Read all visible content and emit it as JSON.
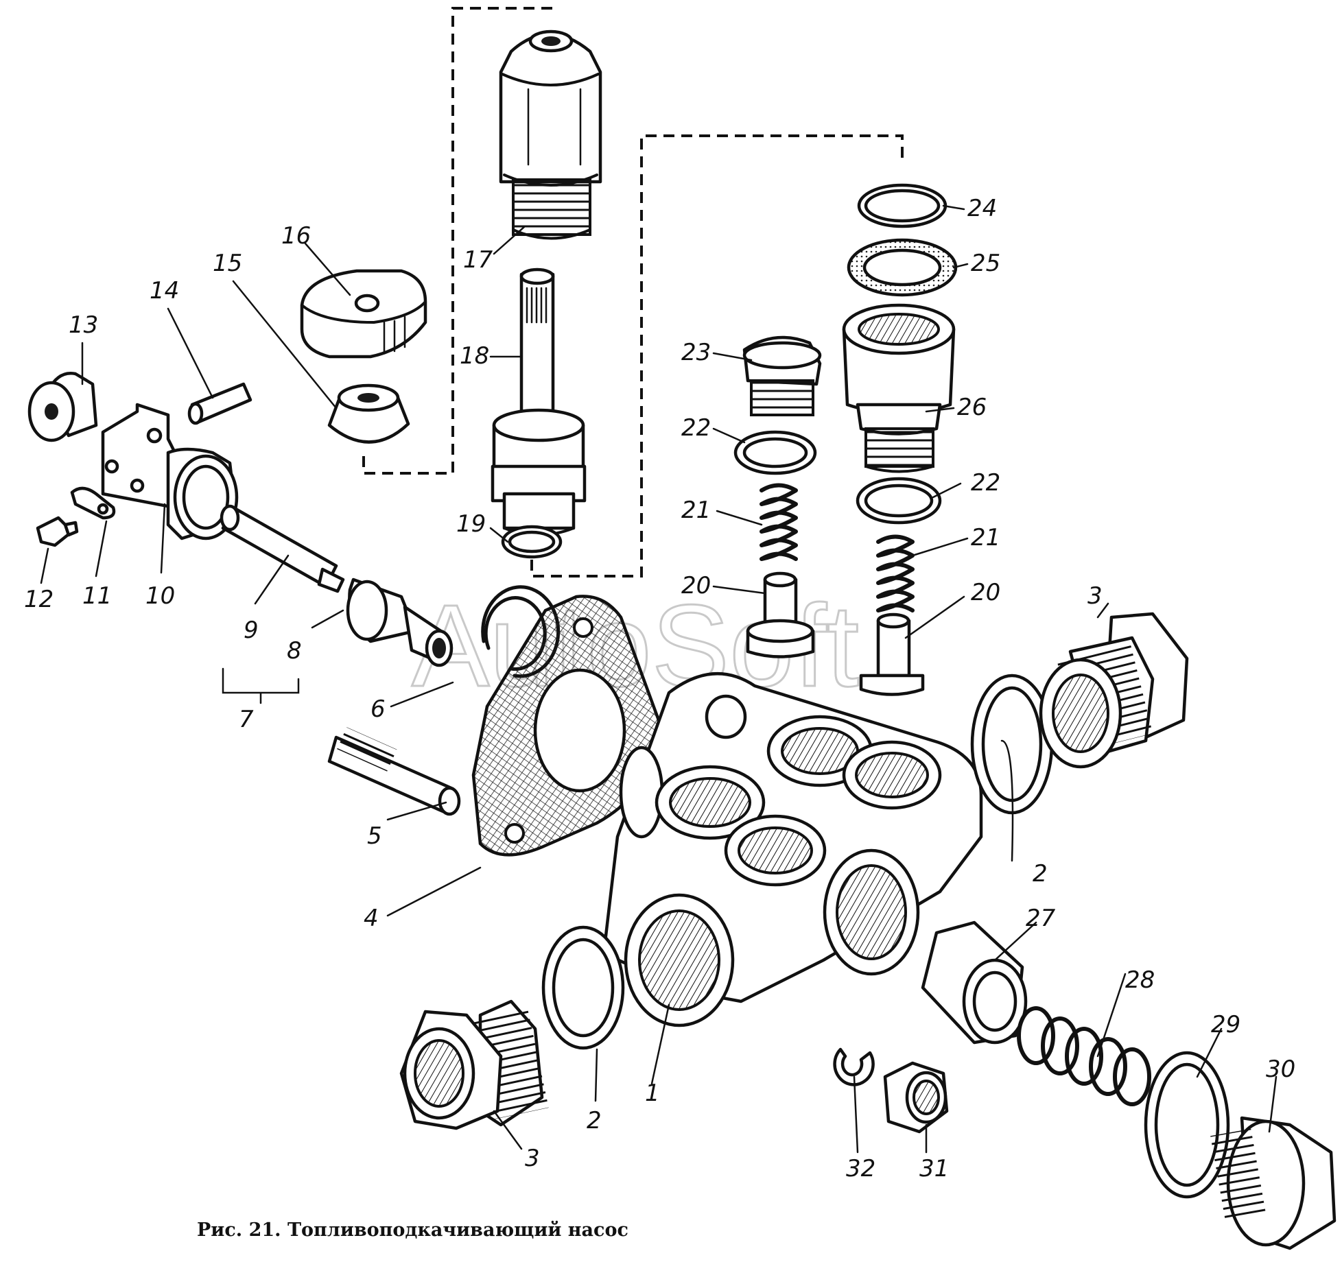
{
  "caption": "Рис. 21. Топливоподкачивающий насос",
  "watermark": "AutoSoft",
  "callouts": [
    {
      "id": "c1",
      "text": "1"
    },
    {
      "id": "c2a",
      "text": "2"
    },
    {
      "id": "c2b",
      "text": "2"
    },
    {
      "id": "c3a",
      "text": "3"
    },
    {
      "id": "c3b",
      "text": "3"
    },
    {
      "id": "c4",
      "text": "4"
    },
    {
      "id": "c5",
      "text": "5"
    },
    {
      "id": "c6",
      "text": "6"
    },
    {
      "id": "c7",
      "text": "7"
    },
    {
      "id": "c8",
      "text": "8"
    },
    {
      "id": "c9",
      "text": "9"
    },
    {
      "id": "c10",
      "text": "10"
    },
    {
      "id": "c11",
      "text": "11"
    },
    {
      "id": "c12",
      "text": "12"
    },
    {
      "id": "c13",
      "text": "13"
    },
    {
      "id": "c14",
      "text": "14"
    },
    {
      "id": "c15",
      "text": "15"
    },
    {
      "id": "c16",
      "text": "16"
    },
    {
      "id": "c17",
      "text": "17"
    },
    {
      "id": "c18",
      "text": "18"
    },
    {
      "id": "c19",
      "text": "19"
    },
    {
      "id": "c20a",
      "text": "20"
    },
    {
      "id": "c20b",
      "text": "20"
    },
    {
      "id": "c21a",
      "text": "21"
    },
    {
      "id": "c21b",
      "text": "21"
    },
    {
      "id": "c22a",
      "text": "22"
    },
    {
      "id": "c22b",
      "text": "22"
    },
    {
      "id": "c23",
      "text": "23"
    },
    {
      "id": "c24",
      "text": "24"
    },
    {
      "id": "c25",
      "text": "25"
    },
    {
      "id": "c26",
      "text": "26"
    },
    {
      "id": "c27",
      "text": "27"
    },
    {
      "id": "c28",
      "text": "28"
    },
    {
      "id": "c29",
      "text": "29"
    },
    {
      "id": "c30",
      "text": "30"
    },
    {
      "id": "c31",
      "text": "31"
    },
    {
      "id": "c32",
      "text": "32"
    }
  ]
}
